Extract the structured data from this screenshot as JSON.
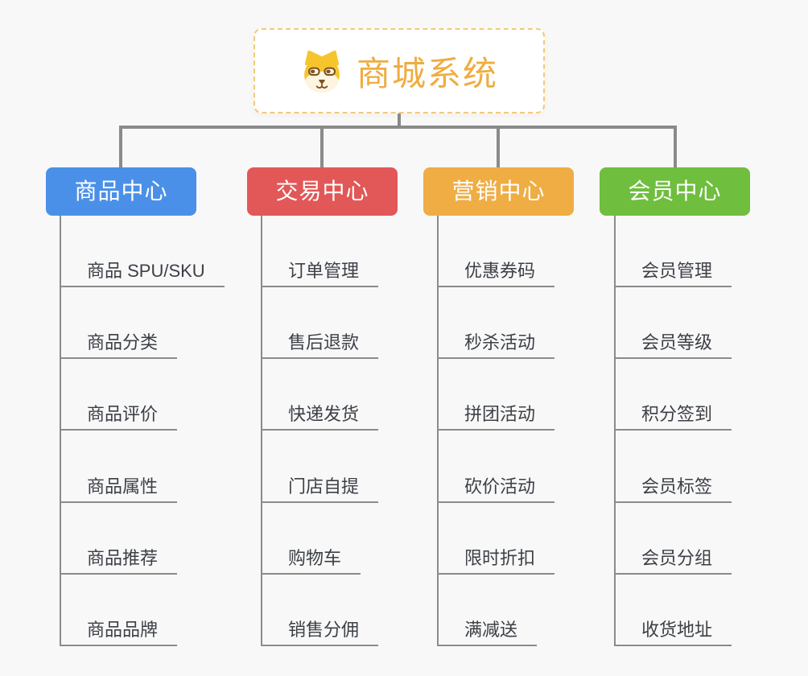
{
  "canvas": {
    "background": "#f8f8f8",
    "connector_color": "#8a8a8a"
  },
  "root": {
    "title": "商城系统",
    "icon": "shiba-dog-icon",
    "title_color": "#f0ac40",
    "border_color": "#f3c97d"
  },
  "branches": [
    {
      "label": "商品中心",
      "color": "#4b90e8",
      "children": [
        "商品 SPU/SKU",
        "商品分类",
        "商品评价",
        "商品属性",
        "商品推荐",
        "商品品牌"
      ]
    },
    {
      "label": "交易中心",
      "color": "#e25757",
      "children": [
        "订单管理",
        "售后退款",
        "快递发货",
        "门店自提",
        "购物车",
        "销售分佣"
      ]
    },
    {
      "label": "营销中心",
      "color": "#efad43",
      "children": [
        "优惠券码",
        "秒杀活动",
        "拼团活动",
        "砍价活动",
        "限时折扣",
        "满减送"
      ]
    },
    {
      "label": "会员中心",
      "color": "#6fbe3e",
      "children": [
        "会员管理",
        "会员等级",
        "积分签到",
        "会员标签",
        "会员分组",
        "收货地址"
      ]
    }
  ]
}
